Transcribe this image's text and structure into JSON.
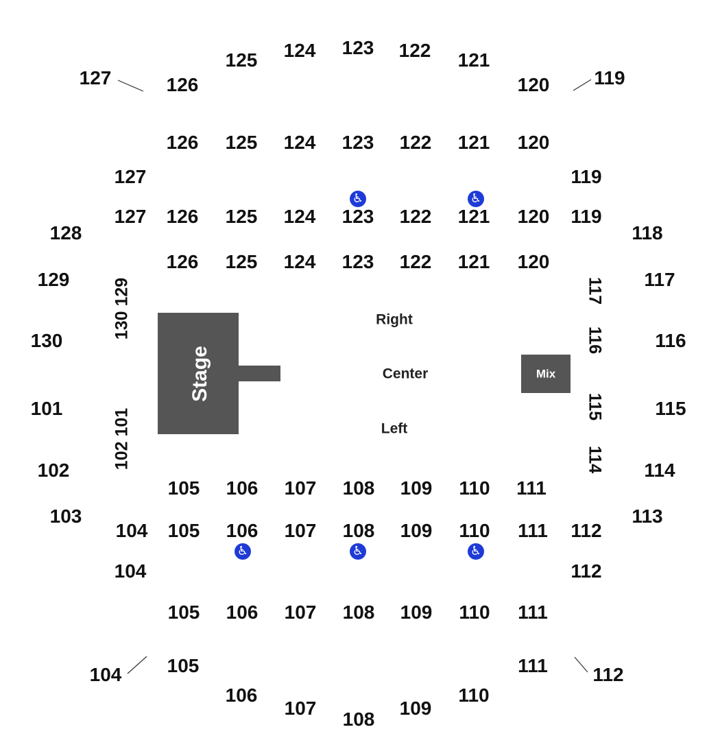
{
  "stage_label": "Stage",
  "mix_label": "Mix",
  "zones": {
    "right": "Right",
    "center": "Center",
    "left": "Left"
  },
  "accessible_icon": "♿",
  "colors": {
    "stage": "#555555",
    "accessible": "#1f3bd6",
    "text": "#111111"
  },
  "sections": {
    "upper_top": [
      "127",
      "126",
      "125",
      "124",
      "123",
      "122",
      "121",
      "120",
      "119"
    ],
    "row_a_top": [
      "126",
      "125",
      "124",
      "123",
      "122",
      "121",
      "120"
    ],
    "row_b_top": [
      "127",
      "119"
    ],
    "row_c_top": [
      "127",
      "126",
      "125",
      "124",
      "123",
      "122",
      "121",
      "120",
      "119"
    ],
    "row_d_top": [
      "126",
      "125",
      "124",
      "123",
      "122",
      "121",
      "120"
    ],
    "left_outer": [
      "128",
      "129",
      "130",
      "101",
      "102",
      "103"
    ],
    "right_outer": [
      "118",
      "117",
      "116",
      "115",
      "114",
      "113"
    ],
    "left_inner": [
      "130 129",
      "102 101"
    ],
    "right_inner": [
      "117",
      "116",
      "115",
      "114"
    ],
    "row_d_bottom": [
      "105",
      "106",
      "107",
      "108",
      "109",
      "110",
      "111"
    ],
    "row_c_bottom": [
      "104",
      "105",
      "106",
      "107",
      "108",
      "109",
      "110",
      "111",
      "112"
    ],
    "row_b_bottom": [
      "104",
      "112"
    ],
    "row_a_bottom": [
      "105",
      "106",
      "107",
      "108",
      "109",
      "110",
      "111"
    ],
    "upper_bottom": [
      "104",
      "105",
      "106",
      "107",
      "108",
      "109",
      "110",
      "111",
      "112"
    ]
  }
}
